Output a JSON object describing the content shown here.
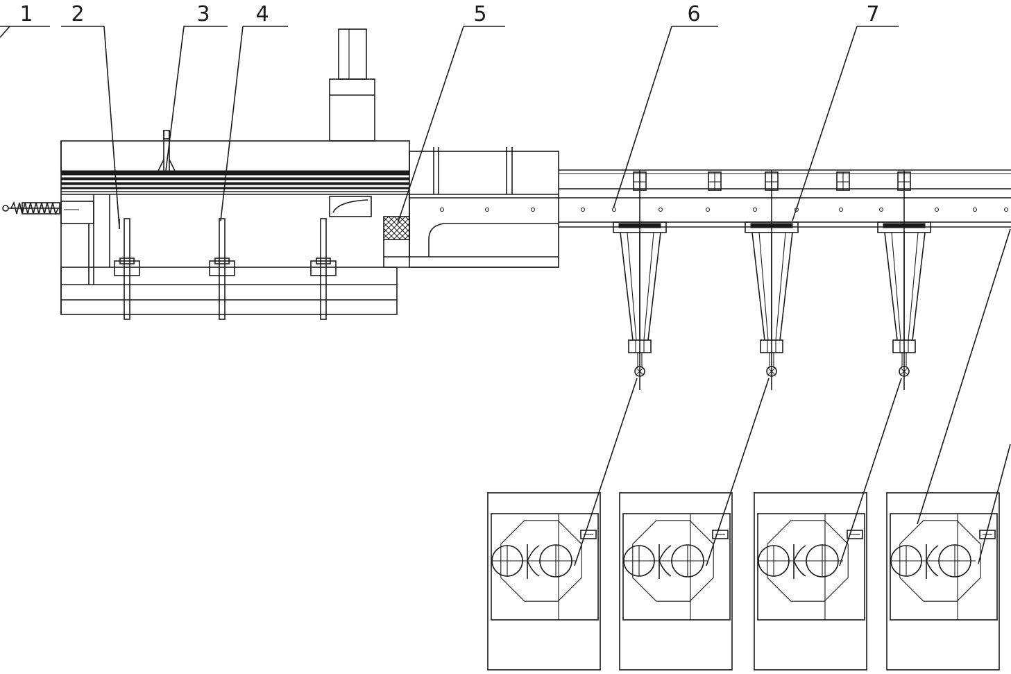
{
  "callouts": [
    "1",
    "2",
    "3",
    "4",
    "5",
    "6",
    "7"
  ],
  "colors": {
    "line": "#1a1a1a",
    "background": "#ffffff"
  }
}
